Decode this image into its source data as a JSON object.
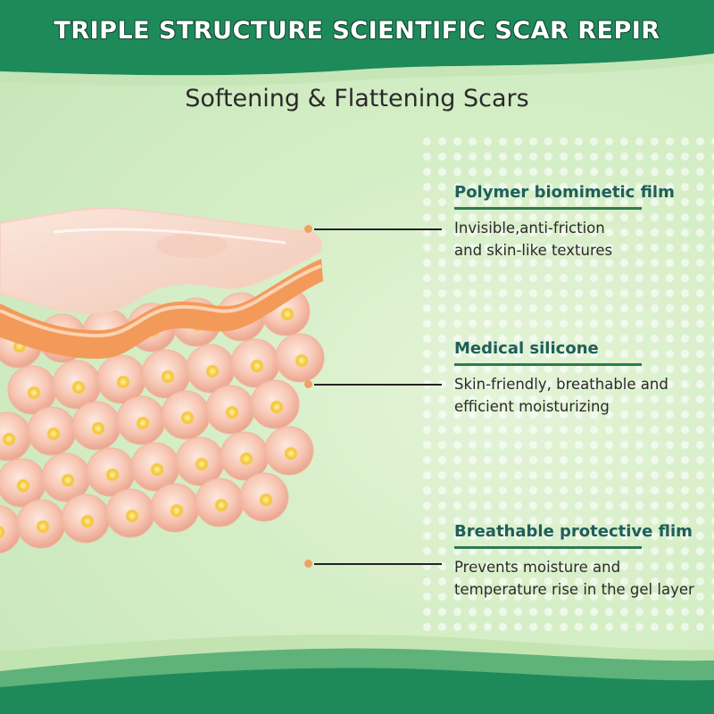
{
  "banner": {
    "title": "TRIPLE STRUCTURE SCIENTIFIC SCAR REPIR",
    "color": "#1e8a5a"
  },
  "subtitle": "Softening & Flattening Scars",
  "features": [
    {
      "title": "Polymer biomimetic film",
      "description": "Invisible,anti-friction\nand skin-like textures"
    },
    {
      "title": "Medical silicone",
      "description": "Skin-friendly, breathable and\nefficient moisturizing"
    },
    {
      "title": "Breathable protective flim",
      "description": "Prevents moisture and\ntemperature rise in the gel layer"
    }
  ],
  "illustration": {
    "name": "layered scar gel sheet",
    "colors": {
      "film": "#f7d9cc",
      "silicone": "#f39a5a",
      "bubbles": "#f6c3b0",
      "core": "#f4c430"
    }
  },
  "colors": {
    "background": "#d5eec6",
    "accent_green": "#1e8a5a",
    "title_text": "#1f5e5c",
    "marker": "#f0a060"
  }
}
